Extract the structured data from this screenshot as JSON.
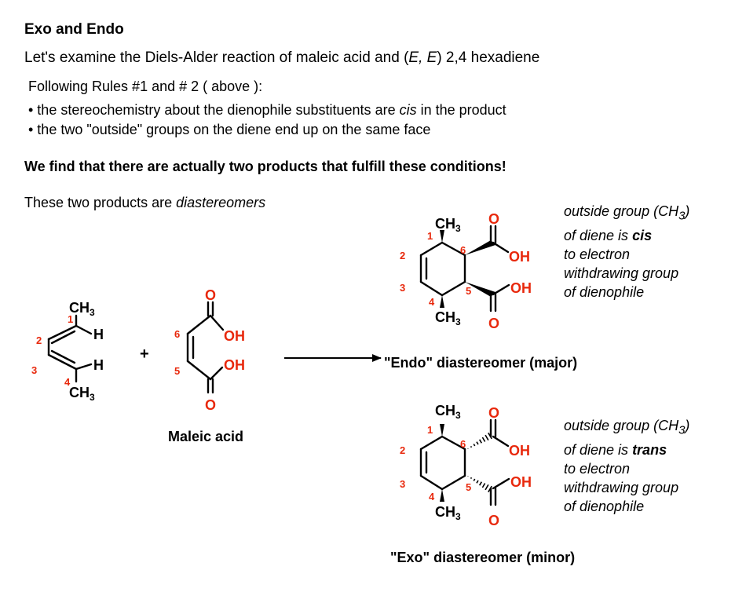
{
  "title": "Exo and Endo",
  "intro": {
    "prefix": "Let's examine the Diels-Alder reaction of maleic acid and (",
    "e1": "E, E",
    "suffix": ") 2,4 hexadiene"
  },
  "rules": {
    "heading": "Following Rules #1 and # 2 ( above ):",
    "bullet_1_prefix": "• the stereochemistry about the dienophile substituents are ",
    "bullet_1_emph": "cis",
    "bullet_1_suffix": " in the product",
    "bullet_2": "• the two \"outside\" groups on the diene end up on the same face"
  },
  "headline": "We find that there are actually two products that fulfill these conditions!",
  "note": {
    "prefix": "These two products are ",
    "emph": "diastereomers"
  },
  "labels": {
    "maleic": "Maleic acid",
    "endo": "\"Endo\" diastereomer (major)",
    "exo": "\"Exo\" diastereomer (minor)"
  },
  "endo_desc": {
    "line1_prefix": "outside group (CH",
    "line1_sub": "3",
    "line1_suffix": ")",
    "line2_prefix": "of diene is ",
    "line2_emph": "cis",
    "line3": "to electron",
    "line4": "withdrawing group",
    "line5": "of dienophile"
  },
  "exo_desc": {
    "line1_prefix": "outside group (CH",
    "line1_sub": "3",
    "line1_suffix": ")",
    "line2_prefix": "of diene is ",
    "line2_emph": "trans",
    "line3": "to electron",
    "line4": "withdrawing group",
    "line5": "of dienophile"
  },
  "atoms": {
    "methyl": "CH",
    "methyl_sub": "3",
    "hydrogen": "H",
    "oxygen": "O",
    "hydroxyl": "OH",
    "plus": "+"
  },
  "numbers": {
    "n1": "1",
    "n2": "2",
    "n3": "3",
    "n4": "4",
    "n5": "5",
    "n6": "6"
  },
  "colors": {
    "accent": "#e8280c",
    "text": "#000000"
  }
}
